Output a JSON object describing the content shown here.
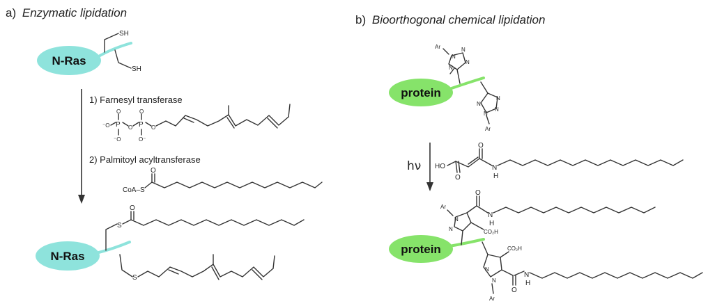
{
  "panel_a": {
    "label": "a)",
    "title": "Enzymatic lipidation",
    "protein": "N-Ras",
    "thiol": "SH",
    "step1": "1) Farnesyl transferase",
    "step2": "2) Palmitoyl acyltransferase",
    "pyrophosphate": {
      "p": "P",
      "o": "O",
      "neg_o": "⁻O",
      "o_minus": "O⁻"
    },
    "coa_s": "CoA–S",
    "sulfur": "S",
    "oxygen": "O"
  },
  "panel_b": {
    "label": "b)",
    "title": "Bioorthogonal chemical lipidation",
    "protein": "protein",
    "aryl": "Ar",
    "nitrogen": "N",
    "oxygen": "O",
    "hv": "hν",
    "ho": "HO",
    "nh": "N",
    "h": "H",
    "co2h": "CO₂H"
  },
  "colors": {
    "n_ras_blob": "#8ee3dc",
    "protein_blob": "#86e36a",
    "bond": "#333333"
  }
}
